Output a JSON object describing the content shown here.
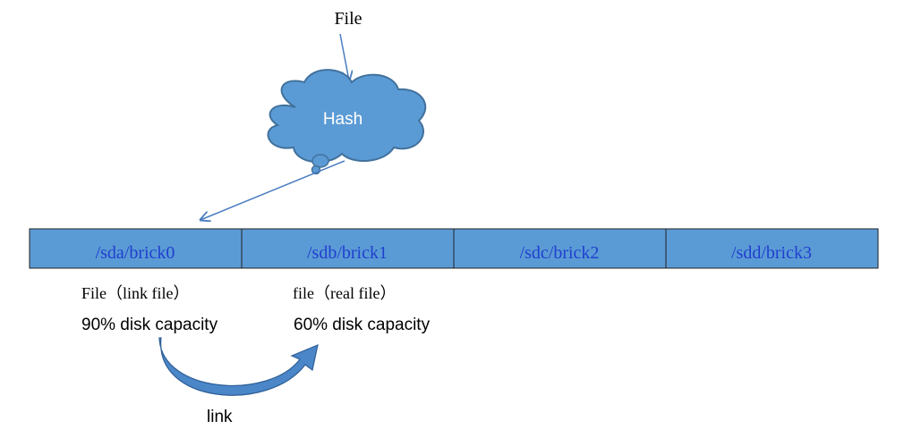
{
  "top_label": "File",
  "hash_label": "Hash",
  "bricks": [
    {
      "label": "/sda/brick0"
    },
    {
      "label": "/sdb/brick1"
    },
    {
      "label": "/sdc/brick2"
    },
    {
      "label": "/sdd/brick3"
    }
  ],
  "left_file": {
    "title": "File（link file）",
    "capacity": "90% disk capacity"
  },
  "right_file": {
    "title": "file（real file）",
    "capacity": "60% disk capacity"
  },
  "link_label": "link",
  "colors": {
    "brick_fill": "#5b9bd5",
    "brick_text": "#1f3fd0",
    "cloud_fill": "#5b9bd5",
    "cloud_stroke": "#41719c",
    "arrow": "#4a7cc0"
  }
}
